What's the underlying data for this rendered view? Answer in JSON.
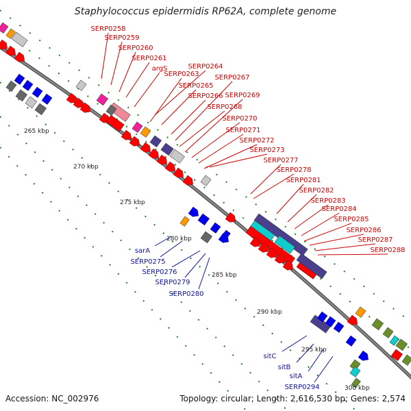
{
  "title": "Staphylococcus epidermidis RP62A, complete genome",
  "footer": {
    "accession": "Accession: NC_002976",
    "topology": "Topology: circular; Length: 2,616,530 bp; Genes: 2,574"
  },
  "colors": {
    "backbone": "#8a8a8a",
    "red_label": "#cc0000",
    "blue_label": "#1010a0",
    "tick": "#1a7a1a",
    "cds_red": "#ff0000",
    "cds_blue": "#0000ee",
    "cds_navy": "#4a3f8c",
    "cds_gray": "#c8c8c8",
    "cds_darkgray": "#666666",
    "cds_pink": "#ee2299",
    "cds_orange": "#ff9900",
    "cds_cyan": "#11cccc",
    "cds_olive": "#6a8f2a"
  },
  "scale_labels": [
    "265 kbp",
    "270 kbp",
    "275 kbp",
    "280 kbp",
    "285 kbp",
    "290 kbp",
    "295 kbp",
    "300 kbp"
  ],
  "red_gene_labels": [
    "SERP0258",
    "SERP0259",
    "SERP0260",
    "SERP0261",
    "argS",
    "SERP0263",
    "SERP0264",
    "SERP0265",
    "SERP0266",
    "SERP0267",
    "SERP0268",
    "SERP0269",
    "SERP0270",
    "SERP0271",
    "SERP0272",
    "SERP0273",
    "SERP0277",
    "SERP0278",
    "SERP0281",
    "SERP0282",
    "SERP0283",
    "SERP0284",
    "SERP0285",
    "SERP0286",
    "SERP0287",
    "SERP0288"
  ],
  "blue_gene_labels": [
    "sarA",
    "SERP0275",
    "SERP0276",
    "SERP0279",
    "SERP0280",
    "sitC",
    "sitB",
    "sitA",
    "SERP0294"
  ]
}
